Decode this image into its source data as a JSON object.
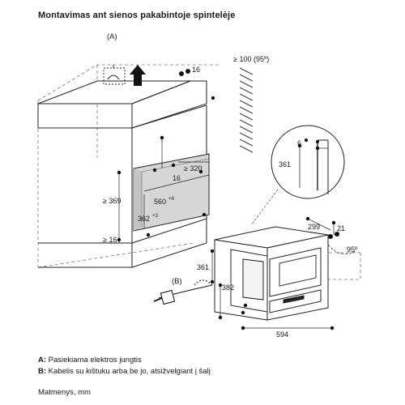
{
  "title": "Montavimas ant sienos pakabintoje spintelėje",
  "callouts": {
    "a": "(A)",
    "b": "(B)"
  },
  "dimensions": {
    "d_16_top": "16",
    "d_100": "≥ 100 (95º)",
    "d_320": "≥ 320",
    "d_16_inner": "16",
    "d_369": "≥ 369",
    "d_560": "560",
    "d_560_tol": "+8",
    "d_362": "362",
    "d_362_tol": "+3",
    "d_16_bottom": "≥ 16",
    "d_6": "6",
    "d_361_detail": "361",
    "d_299": "299",
    "d_21": "21",
    "d_95": "95º",
    "d_361": "361",
    "d_382": "382",
    "d_594": "594"
  },
  "legend": {
    "a_key": "A:",
    "a_text": " Pasiekiama elektros jungtis",
    "b_key": "B:",
    "b_text": " Kabelis su kištuku arba be jo, atsižvelgiant į šalį"
  },
  "units": "Matmenys, mm"
}
